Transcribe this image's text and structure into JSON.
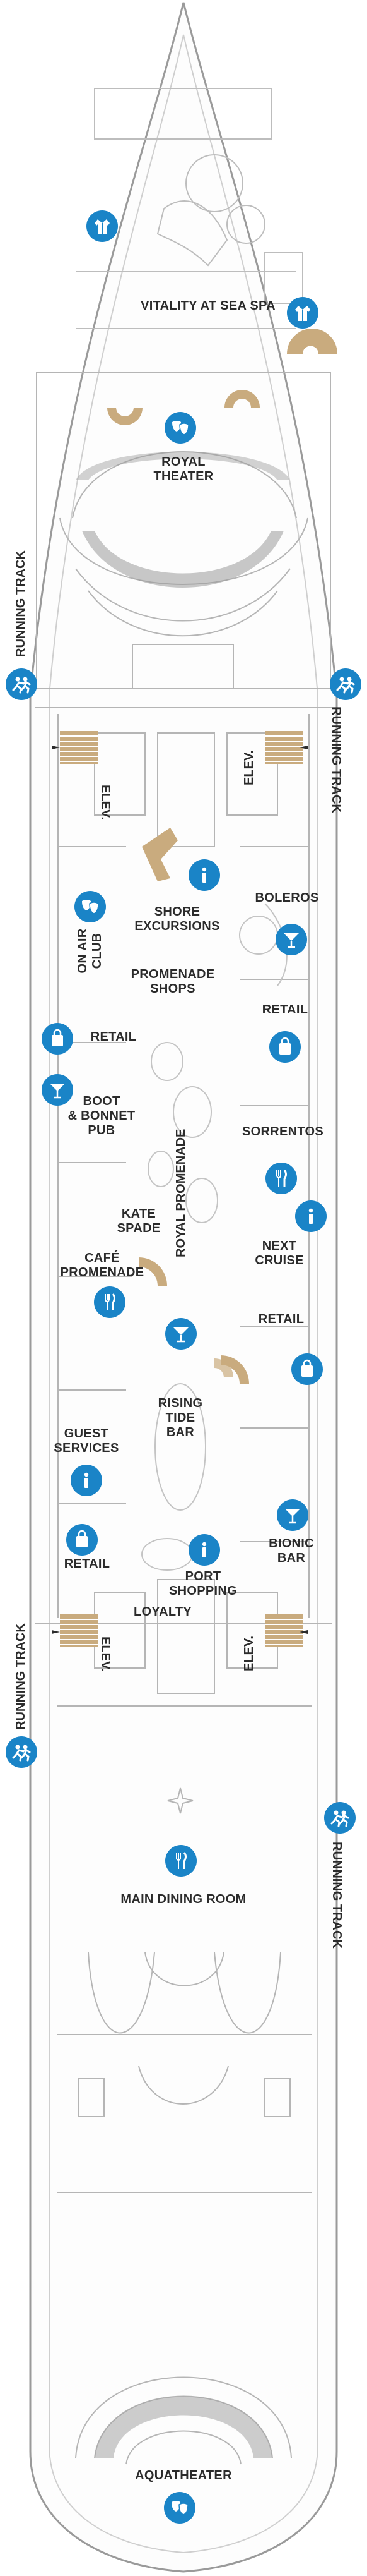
{
  "deck": {
    "labels": {
      "spa": "VITALITY AT SEA SPA",
      "theater": "ROYAL\nTHEATER",
      "on_air_club": "ON AIR\nCLUB",
      "shore_excursions": "SHORE\nEXCURSIONS",
      "boleros": "BOLEROS",
      "promenade_shops": "PROMENADE\nSHOPS",
      "retail_1": "RETAIL",
      "retail_2": "RETAIL",
      "retail_3": "RETAIL",
      "retail_4": "RETAIL",
      "boot_bonnet": "BOOT\n& BONNET\nPUB",
      "royal_promenade": "ROYAL PROMENADE",
      "sorrentos": "SORRENTOS",
      "kate_spade": "KATE\nSPADE",
      "next_cruise": "NEXT\nCRUISE",
      "cafe_promenade": "CAFÉ\nPROMENADE",
      "guest_services": "GUEST\nSERVICES",
      "rising_tide": "RISING\nTIDE\nBAR",
      "bionic_bar": "BIONIC\nBAR",
      "port_shopping": "PORT\nSHOPPING",
      "loyalty": "LOYALTY",
      "elev_1": "ELEV.",
      "elev_2": "ELEV.",
      "elev_3": "ELEV.",
      "elev_4": "ELEV.",
      "running_track_1": "RUNNING TRACK",
      "running_track_2": "RUNNING TRACK",
      "running_track_3": "RUNNING TRACK",
      "running_track_4": "RUNNING TRACK",
      "main_dining": "MAIN DINING ROOM",
      "aquatheater": "AQUATHEATER"
    },
    "icons": [
      "spa-icon",
      "theater-icon",
      "running-icon",
      "club-icon",
      "info-icon",
      "bar-icon",
      "shopping-bag-icon",
      "dining-icon"
    ],
    "colors": {
      "icon_blue": "#1a84c7",
      "stair_tan": "#c9ab7e",
      "outline_gray": "#b8b8b8",
      "text": "#2b2b2b"
    }
  }
}
